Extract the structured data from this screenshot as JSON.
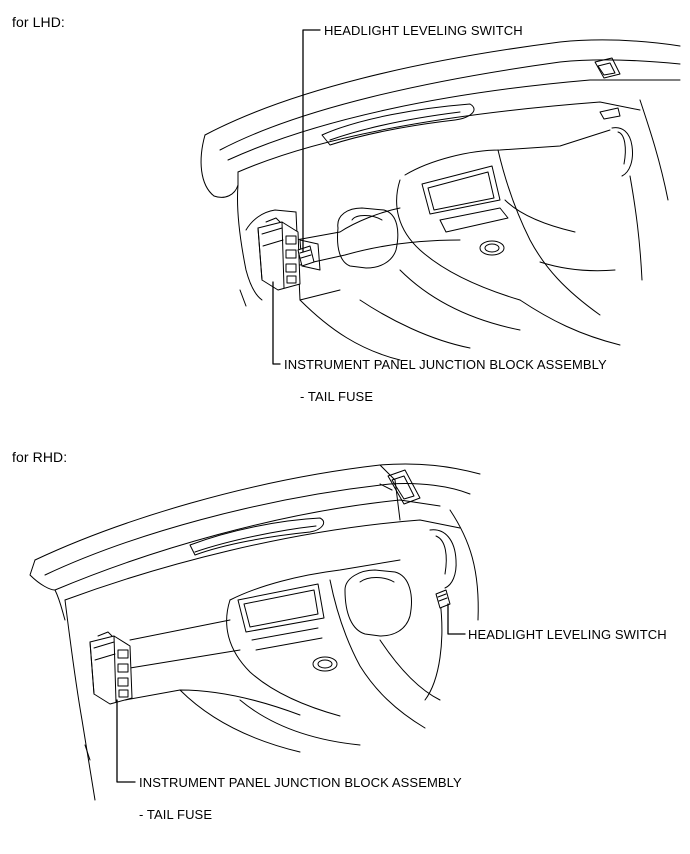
{
  "lhd": {
    "heading": "for LHD:",
    "switch_label": "HEADLIGHT LEVELING SWITCH",
    "block_label": "INSTRUMENT PANEL JUNCTION BLOCK ASSEMBLY",
    "fuse_label": "- TAIL FUSE"
  },
  "rhd": {
    "heading": "for RHD:",
    "switch_label": "HEADLIGHT LEVELING SWITCH",
    "block_label": "INSTRUMENT PANEL JUNCTION BLOCK ASSEMBLY",
    "fuse_label": "- TAIL FUSE"
  }
}
